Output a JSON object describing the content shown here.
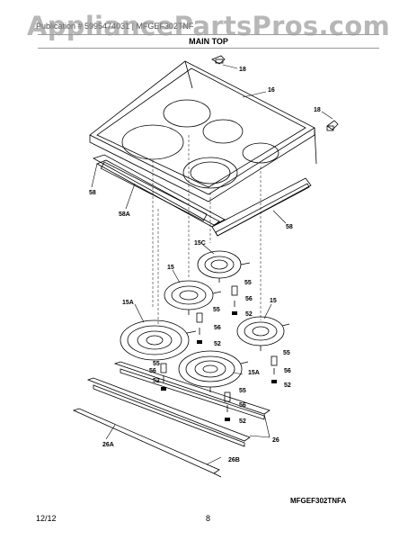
{
  "watermark": "AppliancePartsPros.com",
  "header": {
    "publication": "Publication # 5995474031 | MFGEF302TNF",
    "section_title": "MAIN TOP"
  },
  "callouts": {
    "c18_left": "18",
    "c18_right": "18",
    "c16": "16",
    "c58_left": "58",
    "c58A": "58A",
    "c58_right": "58",
    "c15C": "15C",
    "c15_mid": "15",
    "c55_a": "55",
    "c56_a": "56",
    "c52_a": "52",
    "c15_right": "15",
    "c15A_left": "15A",
    "c55_b": "55",
    "c56_b": "56",
    "c52_b": "52",
    "c55_c": "55",
    "c56_c": "56",
    "c52_c": "52",
    "c55_d": "55",
    "c56_d": "56",
    "c52_d": "52",
    "c15A_right": "15A",
    "c55_e": "55",
    "c56_e": "56",
    "c52_e": "52",
    "c26": "26",
    "c26A": "26A",
    "c26B": "26B"
  },
  "footer": {
    "model_code": "MFGEF302TNFA",
    "date": "12/12",
    "page": "8"
  }
}
